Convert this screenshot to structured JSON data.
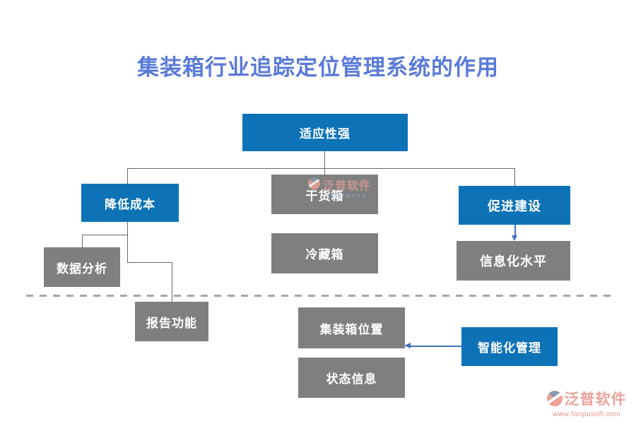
{
  "title": "集装箱行业追踪定位管理系统的作用",
  "nodes": {
    "adaptability": {
      "label": "适应性强",
      "style": "blue"
    },
    "reduce_cost": {
      "label": "降低成本",
      "style": "blue"
    },
    "dry_box": {
      "label": "干货箱",
      "style": "gray"
    },
    "promote": {
      "label": "促进建设",
      "style": "blue"
    },
    "data_analysis": {
      "label": "数据分析",
      "style": "gray"
    },
    "cold_box": {
      "label": "冷藏箱",
      "style": "gray"
    },
    "info_level": {
      "label": "信息化水平",
      "style": "gray"
    },
    "report": {
      "label": "报告功能",
      "style": "gray"
    },
    "container_pos": {
      "label": "集装箱位置",
      "style": "gray"
    },
    "smart_mgmt": {
      "label": "智能化管理",
      "style": "blue"
    },
    "status_info": {
      "label": "状态信息",
      "style": "gray"
    }
  },
  "watermark": {
    "brand": "泛普软件",
    "caption": "SOFTWARE"
  },
  "logo": {
    "brand": "泛普软件",
    "url": "www.fanpusoft.com"
  },
  "colors": {
    "blue": "#0E72B7",
    "gray": "#7F7F7F",
    "title": "#5A7AD8",
    "line": "#696969",
    "dash": "#A6A6A6",
    "arrow": "#4472C4",
    "wm-pink": "#D89B97",
    "wm-blue": "#8FB8E0",
    "logo-pink": "#EBA39B",
    "logo-url": "#E8998E"
  }
}
